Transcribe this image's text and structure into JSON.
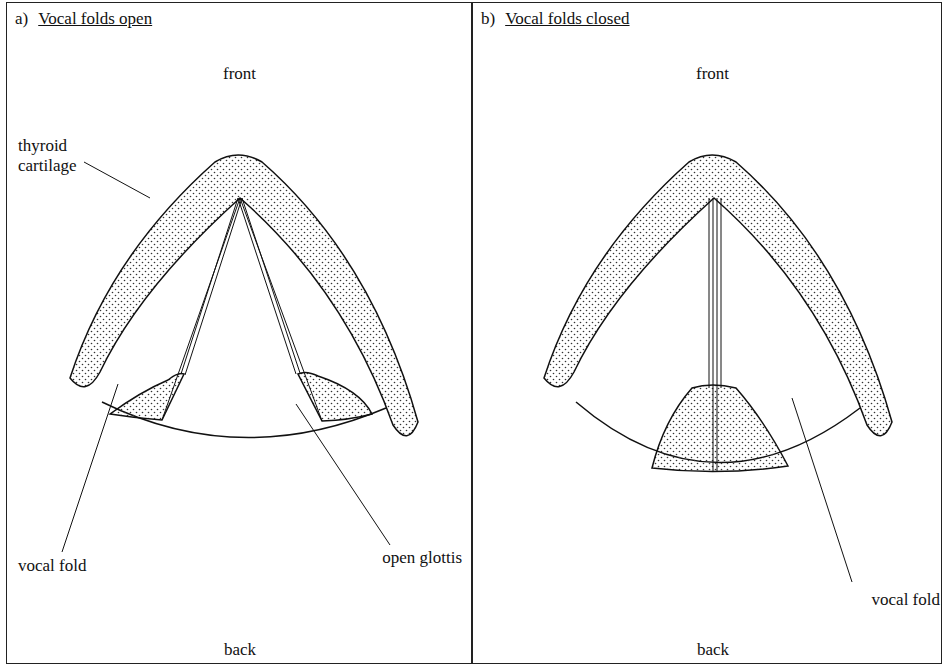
{
  "diagram": {
    "nodes": [
      {
        "text": [
          "a)",
          "Vocal folds open"
        ]
      },
      {
        "text": [
          "b)",
          "Vocal folds closed"
        ]
      }
    ],
    "labels": [
      "front",
      "thyroid cartilage",
      "vocal fold",
      "open glottis",
      "back",
      "front",
      "vocal fold",
      "back"
    ]
  }
}
